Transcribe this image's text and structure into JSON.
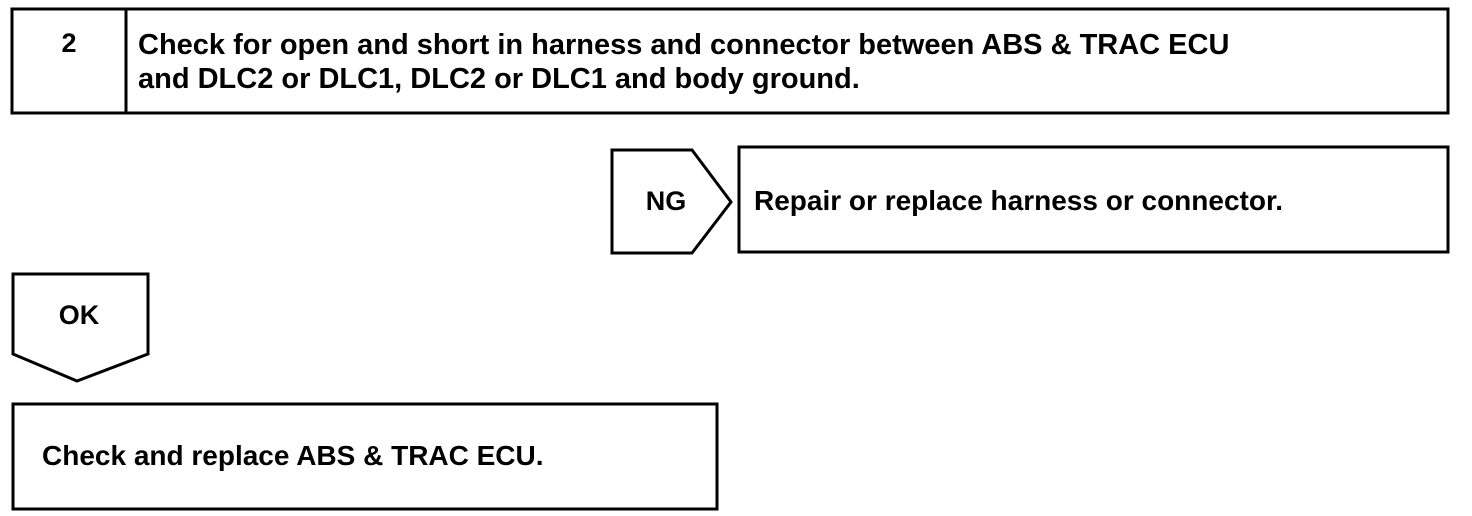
{
  "step": {
    "number": "2",
    "title_lines": [
      "Check for open and short in harness and connector between ABS & TRAC ECU",
      "and DLC2 or DLC1, DLC2 or DLC1 and body ground."
    ]
  },
  "ng_branch": {
    "label": "NG",
    "action": "Repair or replace harness or connector."
  },
  "ok_branch": {
    "label": "OK",
    "action": "Check and replace ABS & TRAC ECU."
  },
  "colors": {
    "line": "#000000",
    "background": "#ffffff"
  }
}
